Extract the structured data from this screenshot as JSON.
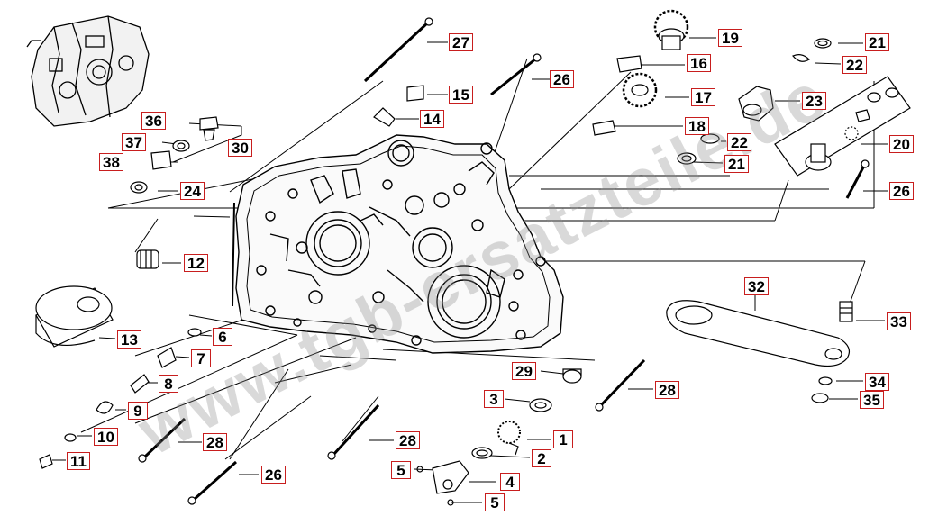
{
  "watermark": "www.tgb-ersatzteile.de",
  "callout_color": "#c81e1e",
  "callouts": [
    {
      "id": "p27",
      "label": "27"
    },
    {
      "id": "p26a",
      "label": "26"
    },
    {
      "id": "p15",
      "label": "15"
    },
    {
      "id": "p14",
      "label": "14"
    },
    {
      "id": "p36",
      "label": "36"
    },
    {
      "id": "p37",
      "label": "37"
    },
    {
      "id": "p30",
      "label": "30"
    },
    {
      "id": "p38",
      "label": "38"
    },
    {
      "id": "p24",
      "label": "24"
    },
    {
      "id": "p12",
      "label": "12"
    },
    {
      "id": "p13",
      "label": "13"
    },
    {
      "id": "p6",
      "label": "6"
    },
    {
      "id": "p7",
      "label": "7"
    },
    {
      "id": "p8",
      "label": "8"
    },
    {
      "id": "p9",
      "label": "9"
    },
    {
      "id": "p10",
      "label": "10"
    },
    {
      "id": "p11",
      "label": "11"
    },
    {
      "id": "p28a",
      "label": "28"
    },
    {
      "id": "p26b",
      "label": "26"
    },
    {
      "id": "p28b",
      "label": "28"
    },
    {
      "id": "p5a",
      "label": "5"
    },
    {
      "id": "p5b",
      "label": "5"
    },
    {
      "id": "p4",
      "label": "4"
    },
    {
      "id": "p2",
      "label": "2"
    },
    {
      "id": "p1",
      "label": "1"
    },
    {
      "id": "p3",
      "label": "3"
    },
    {
      "id": "p29",
      "label": "29"
    },
    {
      "id": "p28c",
      "label": "28"
    },
    {
      "id": "p19",
      "label": "19"
    },
    {
      "id": "p16",
      "label": "16"
    },
    {
      "id": "p17",
      "label": "17"
    },
    {
      "id": "p18",
      "label": "18"
    },
    {
      "id": "p22a",
      "label": "22"
    },
    {
      "id": "p21a",
      "label": "21"
    },
    {
      "id": "p21b",
      "label": "21"
    },
    {
      "id": "p22b",
      "label": "22"
    },
    {
      "id": "p23",
      "label": "23"
    },
    {
      "id": "p20",
      "label": "20"
    },
    {
      "id": "p26c",
      "label": "26"
    },
    {
      "id": "p32",
      "label": "32"
    },
    {
      "id": "p33",
      "label": "33"
    },
    {
      "id": "p34",
      "label": "34"
    },
    {
      "id": "p35",
      "label": "35"
    }
  ]
}
